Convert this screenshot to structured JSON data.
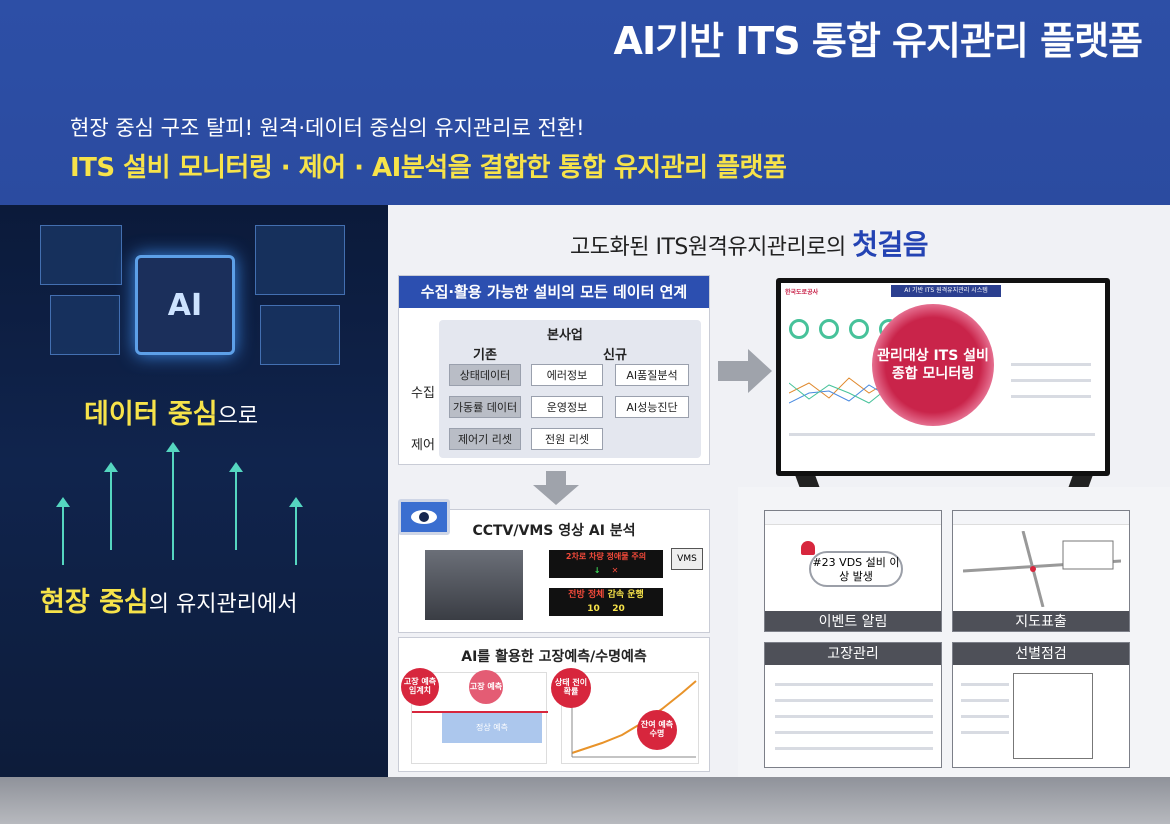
{
  "header": {
    "title": "AI기반 ITS 통합 유지관리 플랫폼",
    "subtitle": "현장 중심 구조 탈피! 원격·데이터 중심의 유지관리로 전환!",
    "main": "ITS 설비 모니터링 · 제어 · AI분석을 결합한 통합 유지관리 플랫폼"
  },
  "left": {
    "chip": "AI",
    "line1_bold": "데이터 중심",
    "line1_rest": "으로",
    "line2_bold": "현장 중심",
    "line2_rest": "의 유지관리에서"
  },
  "right": {
    "title_pre": "고도화된 ITS원격유지관리로의 ",
    "title_em": "첫걸음",
    "box1": {
      "header": "수집·활용 가능한 설비의 모든 데이터 연계",
      "project": "본사업",
      "col_old": "기존",
      "col_new": "신규",
      "row_collect": "수집",
      "row_control": "제어",
      "old": [
        "상태데이터",
        "가동률 데이터",
        "제어기 리셋"
      ],
      "new_left": [
        "에러정보",
        "운영정보",
        "전원 리셋"
      ],
      "new_right": [
        "AI품질분석",
        "AI성능진단"
      ]
    },
    "box2": {
      "title": "CCTV/VMS 영상 AI 분석",
      "vms": "VMS",
      "sign1": "2차로 차량 정애물 주의",
      "sign2_a": "전방 정체 ",
      "sign2_b": "감속 운행",
      "sign2_n1": "10",
      "sign2_n2": "20"
    },
    "box3": {
      "title": "AI를 활용한 고장예측/수명예측",
      "b1": "고장 예측 임계치",
      "b2": "고장 예측",
      "b3": "상태 전이 확률",
      "b4": "잔여 예측 수명",
      "band": "정상 예측"
    },
    "tv": {
      "brand": "한국도로공사",
      "title": "AI 기반 ITS 원격유지관리 시스템"
    },
    "circle": "관리대상 ITS 설비 종합 모니터링",
    "screens": [
      {
        "caption": "이벤트 알림",
        "alert": "#23 VDS 설비 이상 발생"
      },
      {
        "caption": "지도표출"
      },
      {
        "caption": "고장관리"
      },
      {
        "caption": "선별점검"
      }
    ]
  },
  "colors": {
    "header_bg": "#2d4fa6",
    "accent_yellow": "#f7e34a",
    "accent_red": "#c9244a",
    "blue_title": "#2443b3"
  }
}
